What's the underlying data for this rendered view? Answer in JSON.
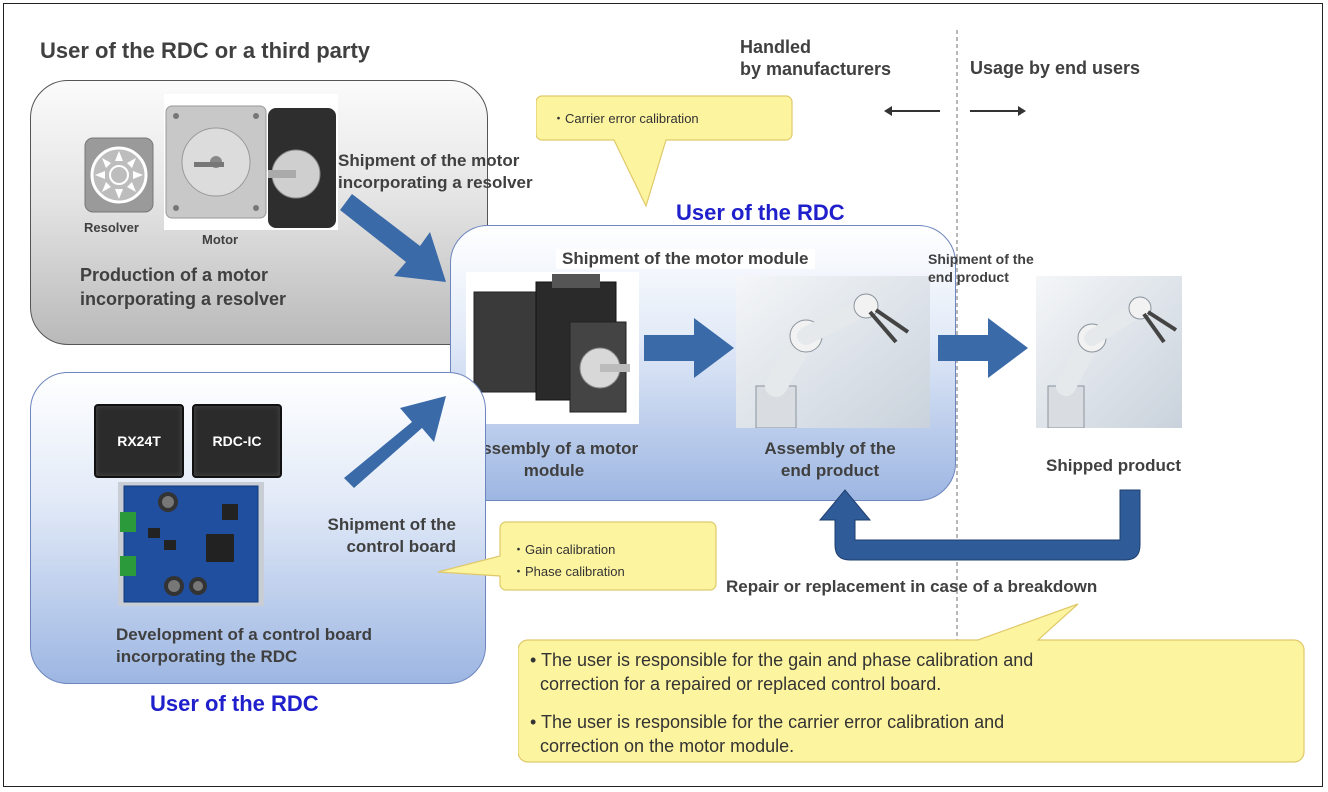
{
  "titles": {
    "top_left": "User of the RDC or a third party",
    "center": "User of the RDC",
    "bottom_left": "User of the RDC"
  },
  "header": {
    "handled": "Handled\nby manufacturers",
    "usage": "Usage by end users"
  },
  "labels": {
    "resolver": "Resolver",
    "motor": "Motor",
    "production": "Production of a motor\nincorporating a resolver",
    "shipment_motor": "Shipment of the motor\nincorporating a resolver",
    "shipment_module": "Shipment of the motor module",
    "assembly_module": "Assembly of a motor\nmodule",
    "assembly_end": "Assembly of the\nend product",
    "shipment_end": "Shipment of the\nend product",
    "shipped_product": "Shipped product",
    "chip1": "RX24T",
    "chip2": "RDC-IC",
    "shipment_board": "Shipment of the\ncontrol board",
    "development": "Development of a control board\nincorporating the RDC",
    "repair": "Repair or replacement in case of a breakdown"
  },
  "callouts": {
    "carrier": "・Carrier error calibration",
    "gain": "・Gain calibration",
    "phase": "・Phase calibration",
    "note1": "The user is responsible for the gain and phase calibration and correction for a repaired or replaced control board.",
    "note1_a": "The user is responsible for the gain and phase calibration and",
    "note1_b": "correction for a repaired or replaced control board.",
    "note2_a": "The user is responsible for the carrier error calibration and",
    "note2_b": "correction on the motor module."
  },
  "colors": {
    "arrow": "#3a6aa8",
    "callout": "#fdf4a0",
    "title_blue": "#1f1fcc"
  }
}
